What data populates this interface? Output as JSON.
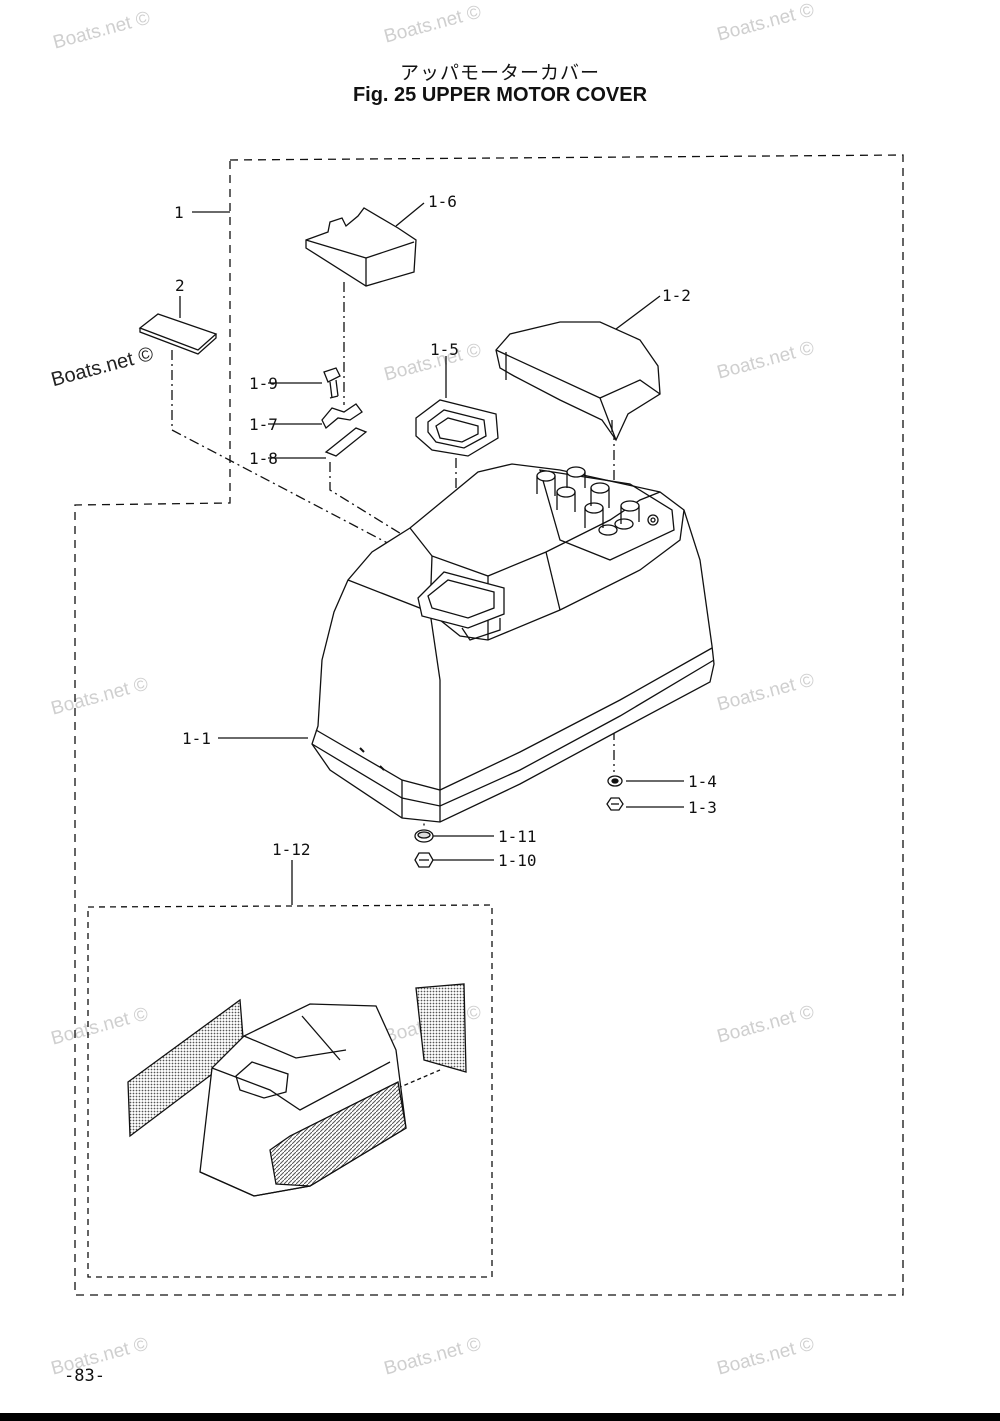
{
  "title": {
    "japanese": "アッパモーターカバー",
    "english": "Fig. 25   UPPER MOTOR COVER"
  },
  "watermark": "Boats.net ©",
  "callouts": {
    "c1": "1",
    "c2": "2",
    "c1_1": "1-1",
    "c1_2": "1-2",
    "c1_3": "1-3",
    "c1_4": "1-4",
    "c1_5": "1-5",
    "c1_6": "1-6",
    "c1_7": "1-7",
    "c1_8": "1-8",
    "c1_9": "1-9",
    "c1_10": "1-10",
    "c1_11": "1-11",
    "c1_12": "1-12"
  },
  "page_number": "-83-",
  "colors": {
    "ink": "#111111",
    "watermark": "#cfcfcf",
    "decal": "#8a8a8a"
  }
}
